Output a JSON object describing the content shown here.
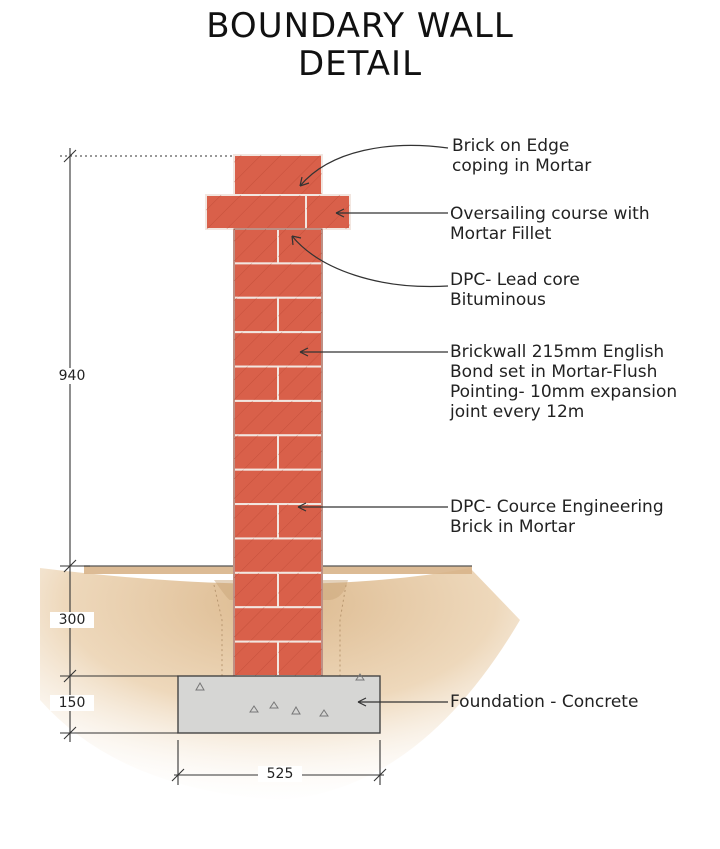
{
  "title": {
    "line1": "BOUNDARY WALL",
    "line2": "DETAIL"
  },
  "labels": {
    "coping": "Brick on Edge\ncoping in Mortar",
    "oversail": "Oversailing course with\nMortar Fillet",
    "dpc_lead": "DPC- Lead core\nBituminous",
    "brickwall": "Brickwall 215mm English\nBond set in Mortar-Flush\nPointing- 10mm expansion\njoint every 12m",
    "dpc_course": "DPC- Cource Engineering\nBrick in Mortar",
    "foundation": "Foundation - Concrete"
  },
  "dimensions": {
    "wall_height": "940",
    "below_ground": "300",
    "foundation_depth": "150",
    "foundation_width": "525"
  },
  "colors": {
    "brick": "#d9604a",
    "mortar": "#f2e6e0",
    "soil": "#e8c9a0",
    "concrete": "#d6d6d4",
    "line": "#333333"
  }
}
